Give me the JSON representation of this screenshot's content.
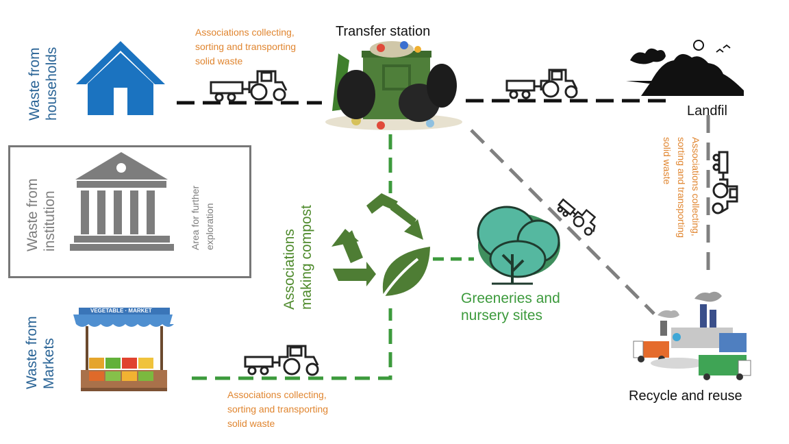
{
  "sources": {
    "households": [
      "Waste from",
      "households"
    ],
    "institution": [
      "Waste from",
      "institution"
    ],
    "markets": [
      "Waste from",
      "Markets"
    ]
  },
  "institution_note": [
    "Area for further",
    "exploration"
  ],
  "market_sign": "VEGETABLE · MARKET",
  "collectors": {
    "top": [
      "Associations collecting,",
      "sorting and transporting",
      "solid waste"
    ],
    "bottom": [
      "Associations collecting,",
      "sorting and transporting",
      "solid waste"
    ],
    "right": [
      "Associations collecting,",
      "sorting and transporting",
      "solid waste"
    ]
  },
  "transfer_station": "Transfer station",
  "landfill": "Landfil",
  "compost": [
    "Associations",
    "making compost"
  ],
  "greeneries": [
    "Greeneries and",
    "nursery sites"
  ],
  "recycle": "Recycle and reuse",
  "colors": {
    "household_blue": "#1b73c0",
    "label_blue": "#2a6496",
    "institution_grey": "#777777",
    "collector_orange": "#e0852f",
    "compost_green": "#4e8a2c",
    "flow_black": "#111111",
    "flow_green": "#3c9a3c",
    "flow_grey": "#808080"
  }
}
